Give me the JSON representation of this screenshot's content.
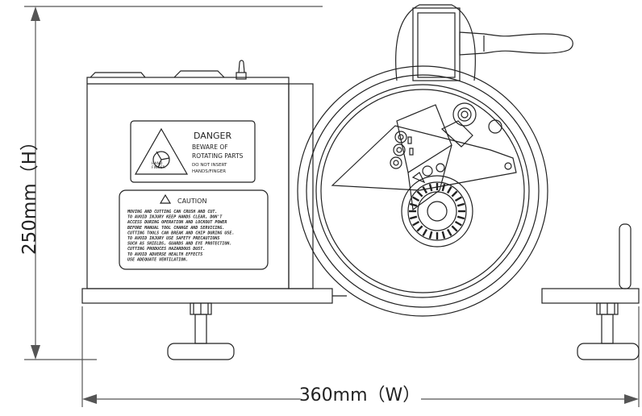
{
  "dimensions": {
    "height_label": "250mm（H）",
    "width_label": "360mm（W）"
  },
  "danger_label": {
    "title": "DANGER",
    "line1": "BEWARE OF",
    "line2": "ROTATING PARTS",
    "line3": "DO NOT INSERT",
    "line4": "HANDS/FINGER",
    "icon_caption1": "HAND",
    "icon_caption2": "FINGER"
  },
  "caution_label": {
    "title": "CAUTION",
    "lines": [
      "MOVING AND CUTTING CAN CRUSH AND CUT.",
      "TO AVOID INJURY KEEP HANDS CLEAR, DON'T",
      "ACCESS DURING OPERATION AND LOCKOUT POWER",
      "BEFORE MANUAL TOOL CHANGE AND SERVICING.",
      "CUTTING TOOLS CAN BREAK AND CHIP DURING USE.",
      "TO AVOID INJURY USE SAFETY PRECAUTIONS",
      "SUCH AS SHIELDS, GUARDS AND EYE PROTECTION.",
      "CUTTING PRODUCES HAZARDOUS DUST.",
      "TO AVOID ADVERSE HEALTH EFFECTS",
      "USE ADEQUATE VENTILATION."
    ]
  },
  "colors": {
    "line": "#222222",
    "dimension": "#555555"
  }
}
